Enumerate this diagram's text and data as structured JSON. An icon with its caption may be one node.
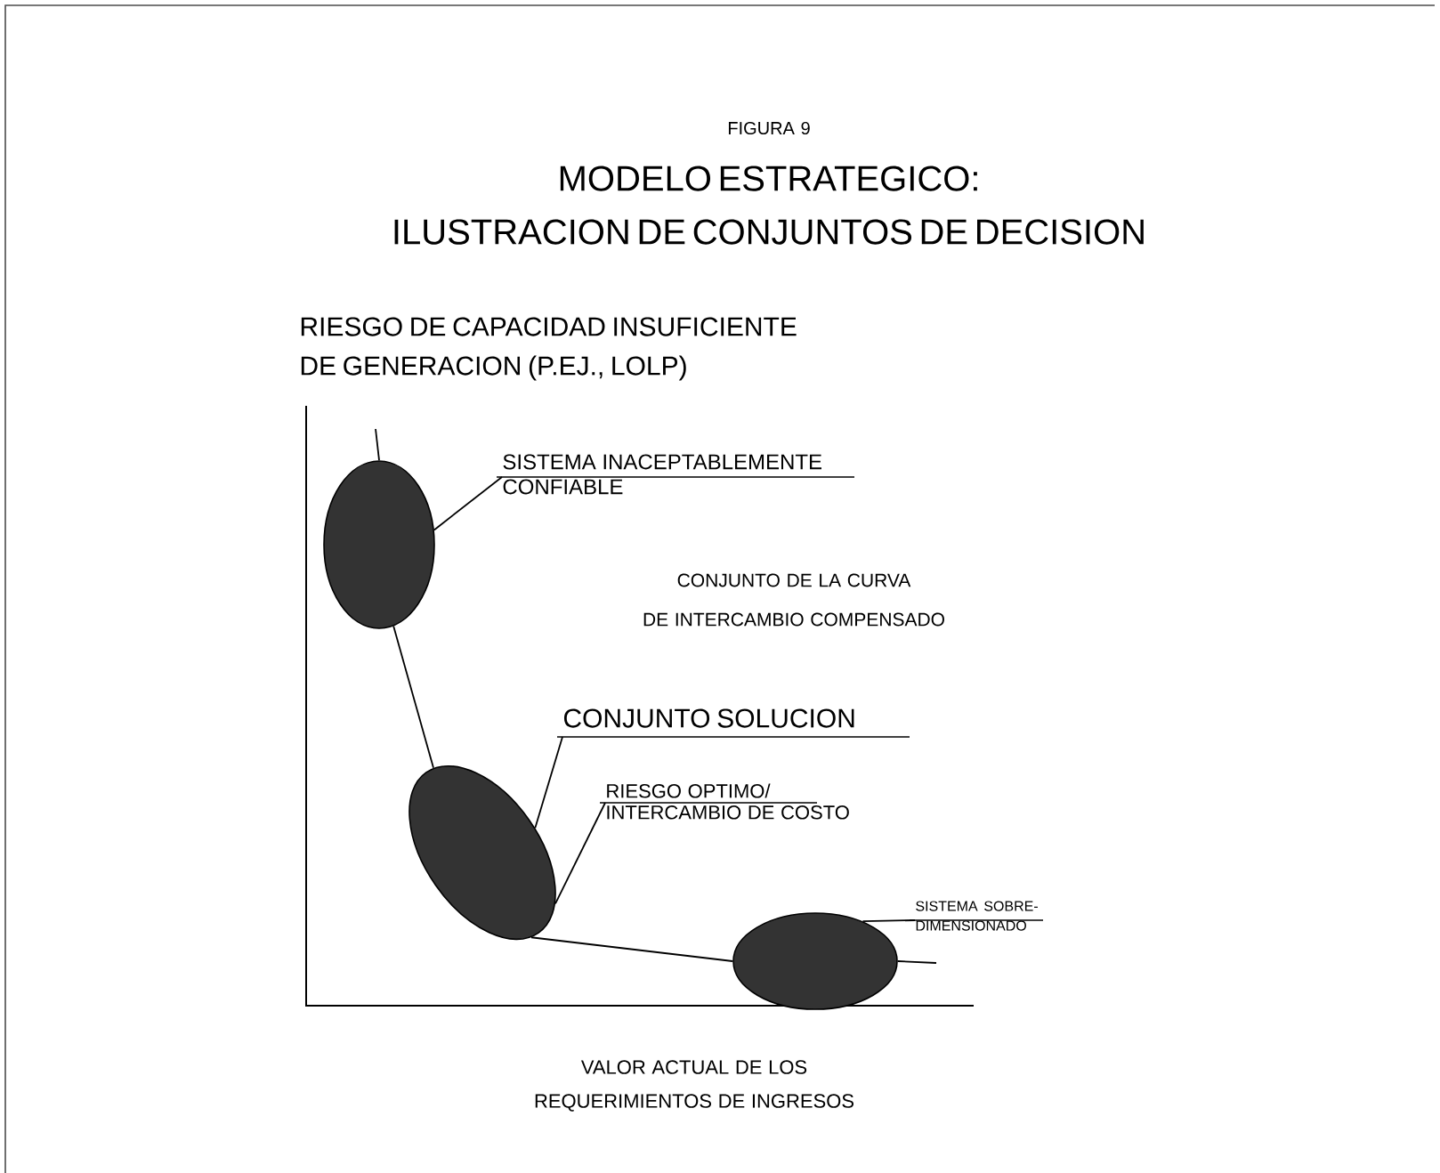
{
  "diagram": {
    "title": "MODELO ESTRATEGICO: ILUSTRACION DE CONJUNTOS DE DECISION",
    "nodes": [
      {
        "text": [],
        "shape": "ellipse"
      },
      {
        "text": [],
        "shape": "ellipse"
      },
      {
        "text": [],
        "shape": "ellipse"
      },
      {
        "text": [
          "SISTEMA INACEPTABLEMENTE CONFIABLE"
        ]
      },
      {
        "text": [
          "CONJUNTO SOLUCION"
        ]
      },
      {
        "text": [
          "RIESGO OPTIMO/ INTERCAMBIO DE COSTO"
        ]
      },
      {
        "text": [
          "SISTEMA SOBRE- DIMENSIONADO"
        ]
      }
    ],
    "edges": [
      {
        "from": 0,
        "to": 1,
        "arrow": "none"
      },
      {
        "from": 1,
        "to": 2,
        "arrow": "none"
      },
      {
        "from": null,
        "to": 0,
        "arrow": "none"
      },
      {
        "from": 2,
        "to": null,
        "arrow": "none"
      },
      {
        "from": 3,
        "to": 0,
        "arrow": "none"
      },
      {
        "from": 4,
        "to": 1,
        "arrow": "none"
      },
      {
        "from": 5,
        "to": 1,
        "arrow": "none"
      },
      {
        "from": 6,
        "to": 2,
        "arrow": "none"
      }
    ],
    "labels": [
      "FIGURA 9",
      "RIESGO DE CAPACIDAD INSUFICIENTE DE GENERACION (P.EJ., LOLP)",
      "CONJUNTO DE LA CURVA DE INTERCAMBIO COMPENSADO",
      "VALOR ACTUAL DE LOS REQUERIMIENTOS DE INGRESOS"
    ]
  }
}
